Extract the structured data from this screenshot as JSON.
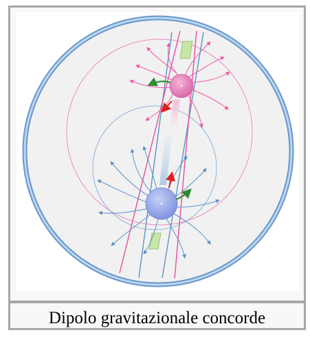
{
  "caption": "Dipolo gravitazionale concorde",
  "colors": {
    "frame_border": "#a7a7a7",
    "frame_fill": "#f8f8f8",
    "disk_fill": "#f1f1f1",
    "ring_outer": "#6b96c9",
    "ring_inner": "#b8d7f0",
    "mass_positive": "#e57cb7",
    "mass_negative": "#8ea2e6",
    "field_pink": "#ee5aa5",
    "field_blue": "#5b93c6",
    "arrow_green": "#2e8b2e",
    "arrow_red": "#e02020",
    "sector_green": "#c7e7a6"
  },
  "masses": [
    {
      "name": "upper",
      "color_key": "mass_positive"
    },
    {
      "name": "lower",
      "color_key": "mass_negative"
    }
  ]
}
